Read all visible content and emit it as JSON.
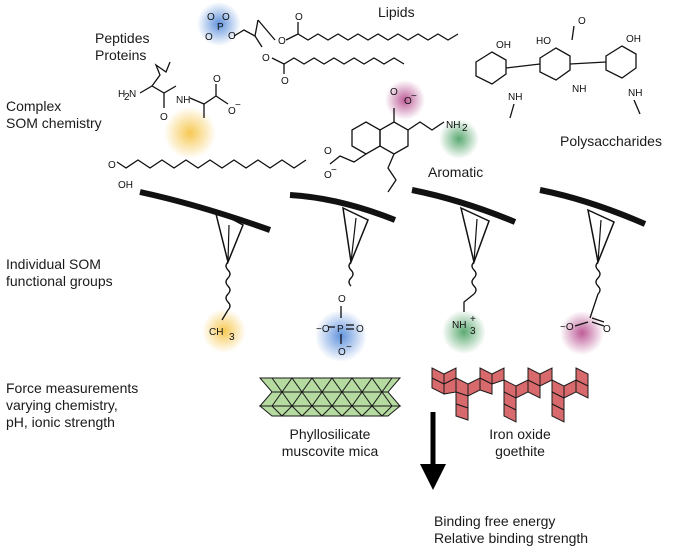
{
  "categories": {
    "peptides_line1": "Peptides",
    "peptides_line2": "Proteins",
    "lipids": "Lipids",
    "polysaccharides": "Polysaccharides",
    "aromatic": "Aromatic"
  },
  "left_labels": {
    "complex_line1": "Complex",
    "complex_line2": "SOM chemistry",
    "individual_line1": "Individual SOM",
    "individual_line2": "functional groups",
    "force_line1": "Force measurements",
    "force_line2": "varying chemistry,",
    "force_line3": "pH, ionic strength"
  },
  "minerals": {
    "mica_line1": "Phyllosilicate",
    "mica_line2": "muscovite mica",
    "goethite_line1": "Iron oxide",
    "goethite_line2": "goethite"
  },
  "outcome": {
    "line1": "Binding free energy",
    "line2": "Relative binding strength"
  },
  "groups": [
    {
      "label": "CH3",
      "color": "#f6c64a"
    },
    {
      "label": "phosphate",
      "color": "#4f86d8"
    },
    {
      "label": "NH3+",
      "color": "#4aa062"
    },
    {
      "label": "carboxylate",
      "color": "#b64a8c"
    }
  ],
  "highlight_colors": {
    "phosphate": "#4f86d8",
    "amine": "#4aa062",
    "carboxyl": "#b64a8c",
    "peptide": "#f6c64a"
  },
  "mineral_colors": {
    "mica": "#b5dba0",
    "goethite": "#d8696c"
  }
}
